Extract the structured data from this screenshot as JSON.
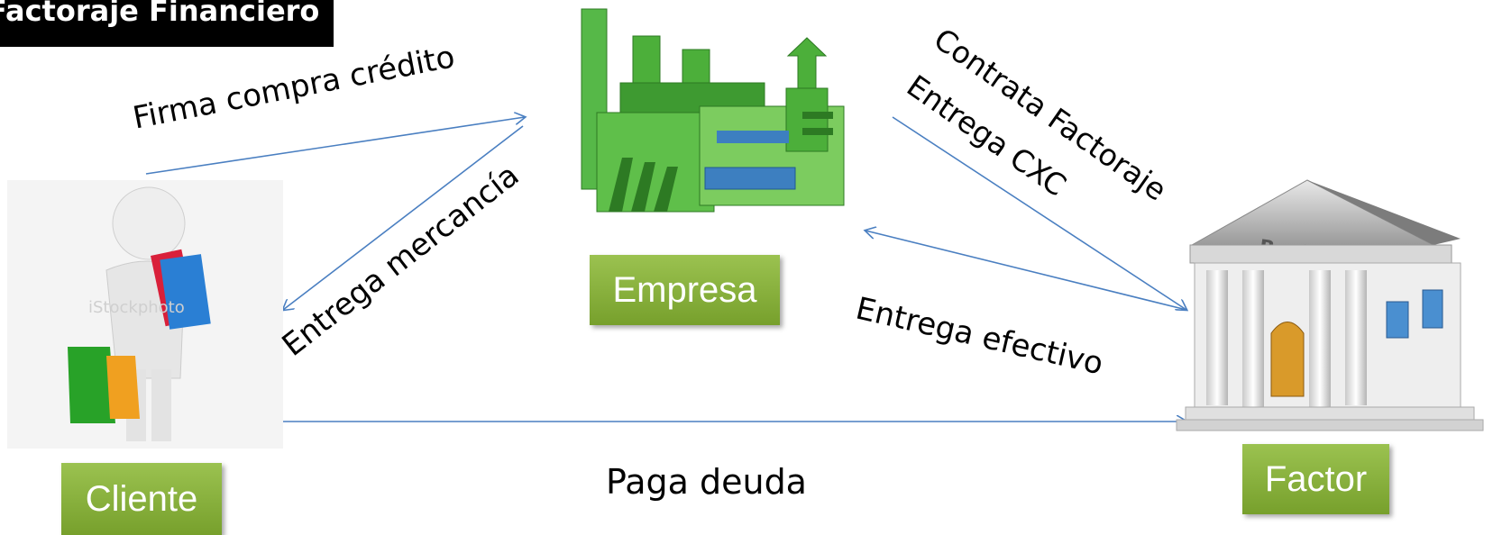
{
  "title": "Factoraje Financiero",
  "nodes": {
    "cliente": "Cliente",
    "empresa": "Empresa",
    "factor": "Factor"
  },
  "bank_sign": "Bank",
  "watermark": "iStockphoto",
  "flows": {
    "firma": "Firma compra crédito",
    "mercancia": "Entrega mercancía",
    "contrata": "Contrata Factoraje",
    "cxc": "Entrega  CXC",
    "efectivo": "Entrega efectivo",
    "paga": "Paga deuda"
  },
  "colors": {
    "arrow": "#4a7fc1",
    "box_green": "#8bb43f",
    "factory_green": "#4caf3a"
  }
}
